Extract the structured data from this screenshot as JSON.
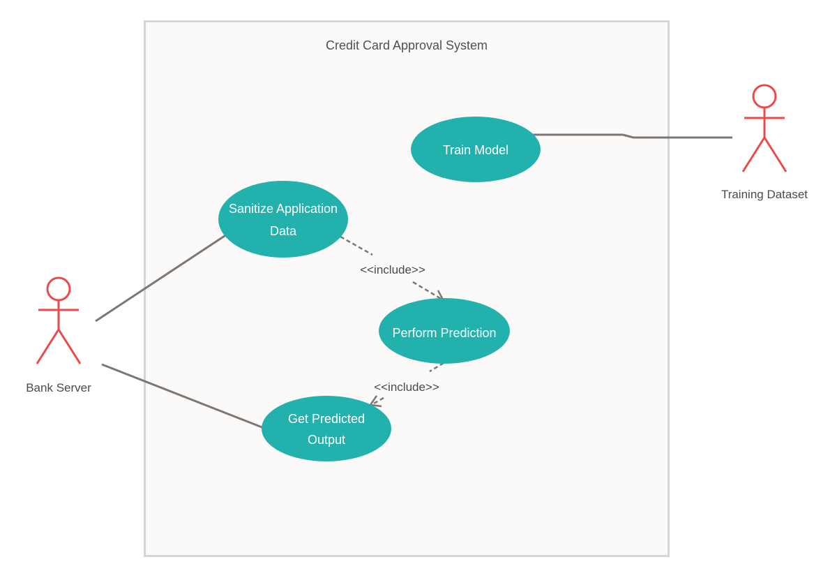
{
  "system": {
    "title": "Credit Card Approval System"
  },
  "actors": {
    "bank_server": "Bank Server",
    "training_dataset": "Training Dataset"
  },
  "use_cases": {
    "train_model": "Train Model",
    "sanitize_line1": "Sanitize Application",
    "sanitize_line2": "Data",
    "perform_prediction": "Perform Prediction",
    "get_output_line1": "Get Predicted",
    "get_output_line2": "Output"
  },
  "relations": {
    "include_1": "<<include>>",
    "include_2": "<<include>>"
  },
  "colors": {
    "use_case_fill": "#22b1ad",
    "actor_stroke": "#ea4a4a",
    "system_fill": "#fbfaf8",
    "system_border": "#d6d6d6",
    "connector": "#7a7775"
  }
}
